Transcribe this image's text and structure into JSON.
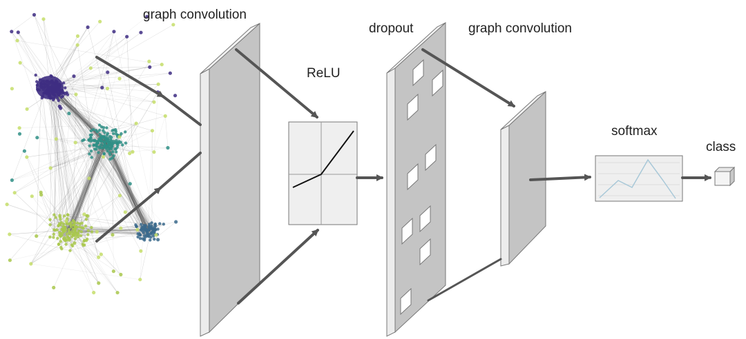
{
  "labels": {
    "graph_convolution_1": "graph convolution",
    "relu": "ReLU",
    "dropout": "dropout",
    "graph_convolution_2": "graph convolution",
    "softmax": "softmax",
    "class": "class"
  },
  "colors": {
    "arrow": "#555555",
    "panel_face": "#c4c4c4",
    "panel_edge": "#e6e6e6",
    "panel_outline": "#777777",
    "box_fill": "#efefef",
    "softmax_line": "#a8c8d8",
    "cluster_1": "#3e2d82",
    "cluster_2": "#2f8f86",
    "cluster_3": "#a9c84c",
    "cluster_4": "#3b6a8c",
    "scatter_nodes": "#c6de6a"
  }
}
